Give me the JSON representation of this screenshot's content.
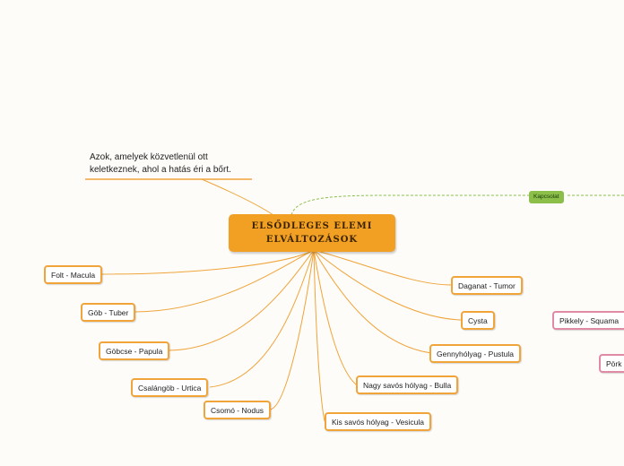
{
  "central_topic": "ELSŐDLEGES ELEMI ELVÁLTOZÁSOK",
  "note": "Azok, amelyek közvetlenül ott keletkeznek, ahol a hatás éri a bőrt.",
  "relation_label": "Kapcsolat",
  "left_branches": [
    "Folt - Macula",
    "Göb - Tuber",
    "Göbcse - Papula",
    "Csalángöb - Urtica",
    "Csomó - Nodus"
  ],
  "right_branches": [
    "Kis savós hólyag - Vesicula",
    "Nagy savós hólyag - Bulla",
    "Gennyhólyag - Pustula",
    "Cysta",
    "Daganat - Tumor"
  ],
  "secondary_topics": [
    "Pikkely - Squama",
    "Pörk"
  ],
  "colors": {
    "central_fill": "#f2a024",
    "branch_line": "#f0a43a",
    "secondary_border": "#e08aa6",
    "relation_line": "#8bbf4a"
  }
}
